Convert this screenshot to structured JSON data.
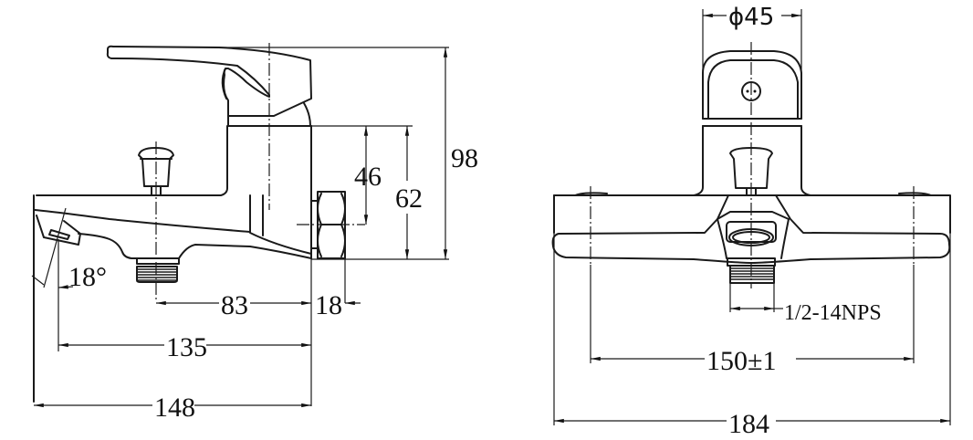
{
  "drawing": {
    "title": "Bath faucet dimension drawing",
    "side_view": {
      "dimensions": {
        "overall_height": "98",
        "inlet_to_top_of_body": "62",
        "inlet_to_body_top": "46",
        "spout_angle": "18°",
        "diverter_to_wall": "83",
        "nut_depth": "18",
        "spout_outlet_to_wall": "135",
        "overall_projection": "148"
      }
    },
    "front_view": {
      "dimensions": {
        "handle_diameter": "ϕ45",
        "thread_spec": "1/2-14NPS",
        "inlet_centers": "150±1",
        "overall_width": "184"
      }
    }
  }
}
